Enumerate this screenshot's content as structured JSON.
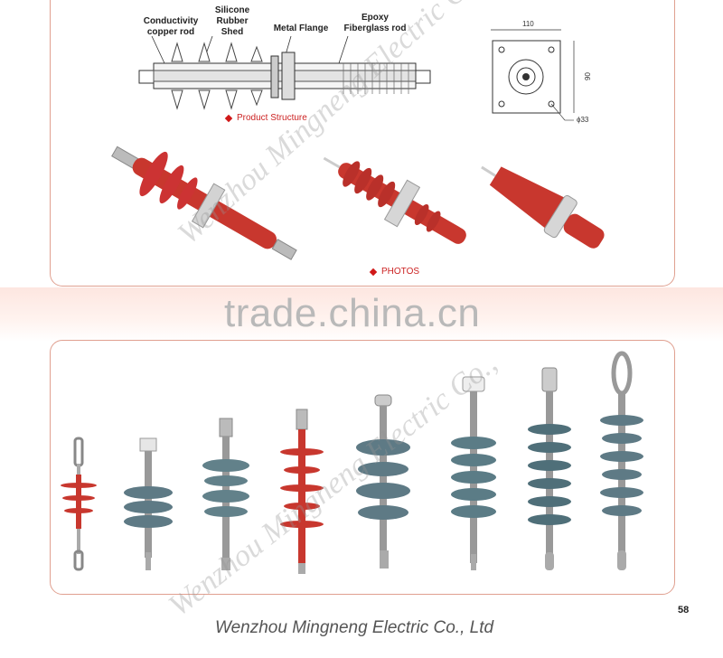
{
  "structure": {
    "labels": {
      "copper_rod": "Conductivity\ncopper rod",
      "rubber_shed": "Silicone\nRubber\nShed",
      "metal_flange": "Metal Flange",
      "fiberglass_rod": "Epoxy\nFiberglass rod"
    },
    "caption": "Product Structure",
    "dimensions": {
      "width": "110",
      "height": "90",
      "hole": "ϕ33"
    }
  },
  "photos": {
    "caption": "PHOTOS"
  },
  "watermarks": {
    "trade": "trade.china.cn",
    "company": "Wenzhou Mingneng Electric Co.,"
  },
  "footer": {
    "company": "Wenzhou Mingneng Electric Co., Ltd",
    "page": "58"
  },
  "colors": {
    "insulator_red": "#c8372e",
    "insulator_grey": "#5e7a85",
    "accent": "#d01818"
  }
}
